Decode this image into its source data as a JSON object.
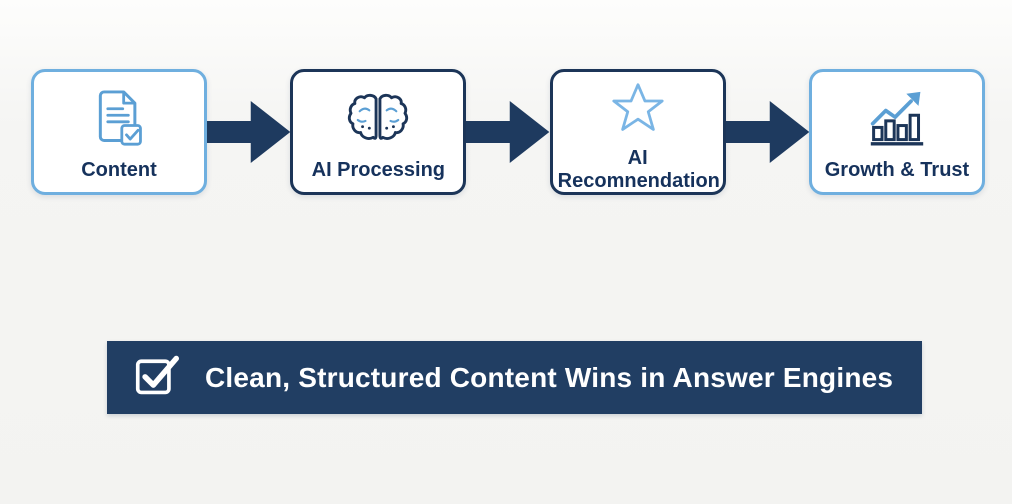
{
  "diagram": {
    "title": "Content to Growth AI flow",
    "steps": [
      {
        "label": "Content",
        "icon": "document-check-icon",
        "border_style": "light"
      },
      {
        "label": "AI Processing",
        "icon": "brain-icon",
        "border_style": "dark"
      },
      {
        "label": "AI Recomnendation",
        "icon": "star-icon",
        "border_style": "dark"
      },
      {
        "label": "Growth & Trust",
        "icon": "growth-chart-icon",
        "border_style": "light"
      }
    ],
    "connector": "block-arrow-right"
  },
  "banner": {
    "text": "Clean, Structured Content Wins in Answer Engines",
    "icon": "checkbox-checked-icon"
  },
  "colors": {
    "background": "#f4f4f2",
    "box_fill": "#ffffff",
    "light_blue_border": "#6fafdf",
    "dark_navy_border": "#1c3558",
    "label_text": "#16325c",
    "arrow": "#1e3a5f",
    "banner_background": "#213e63",
    "banner_text": "#ffffff",
    "icon_light_blue": "#5b9fd4",
    "icon_dark_navy": "#1c3558"
  }
}
